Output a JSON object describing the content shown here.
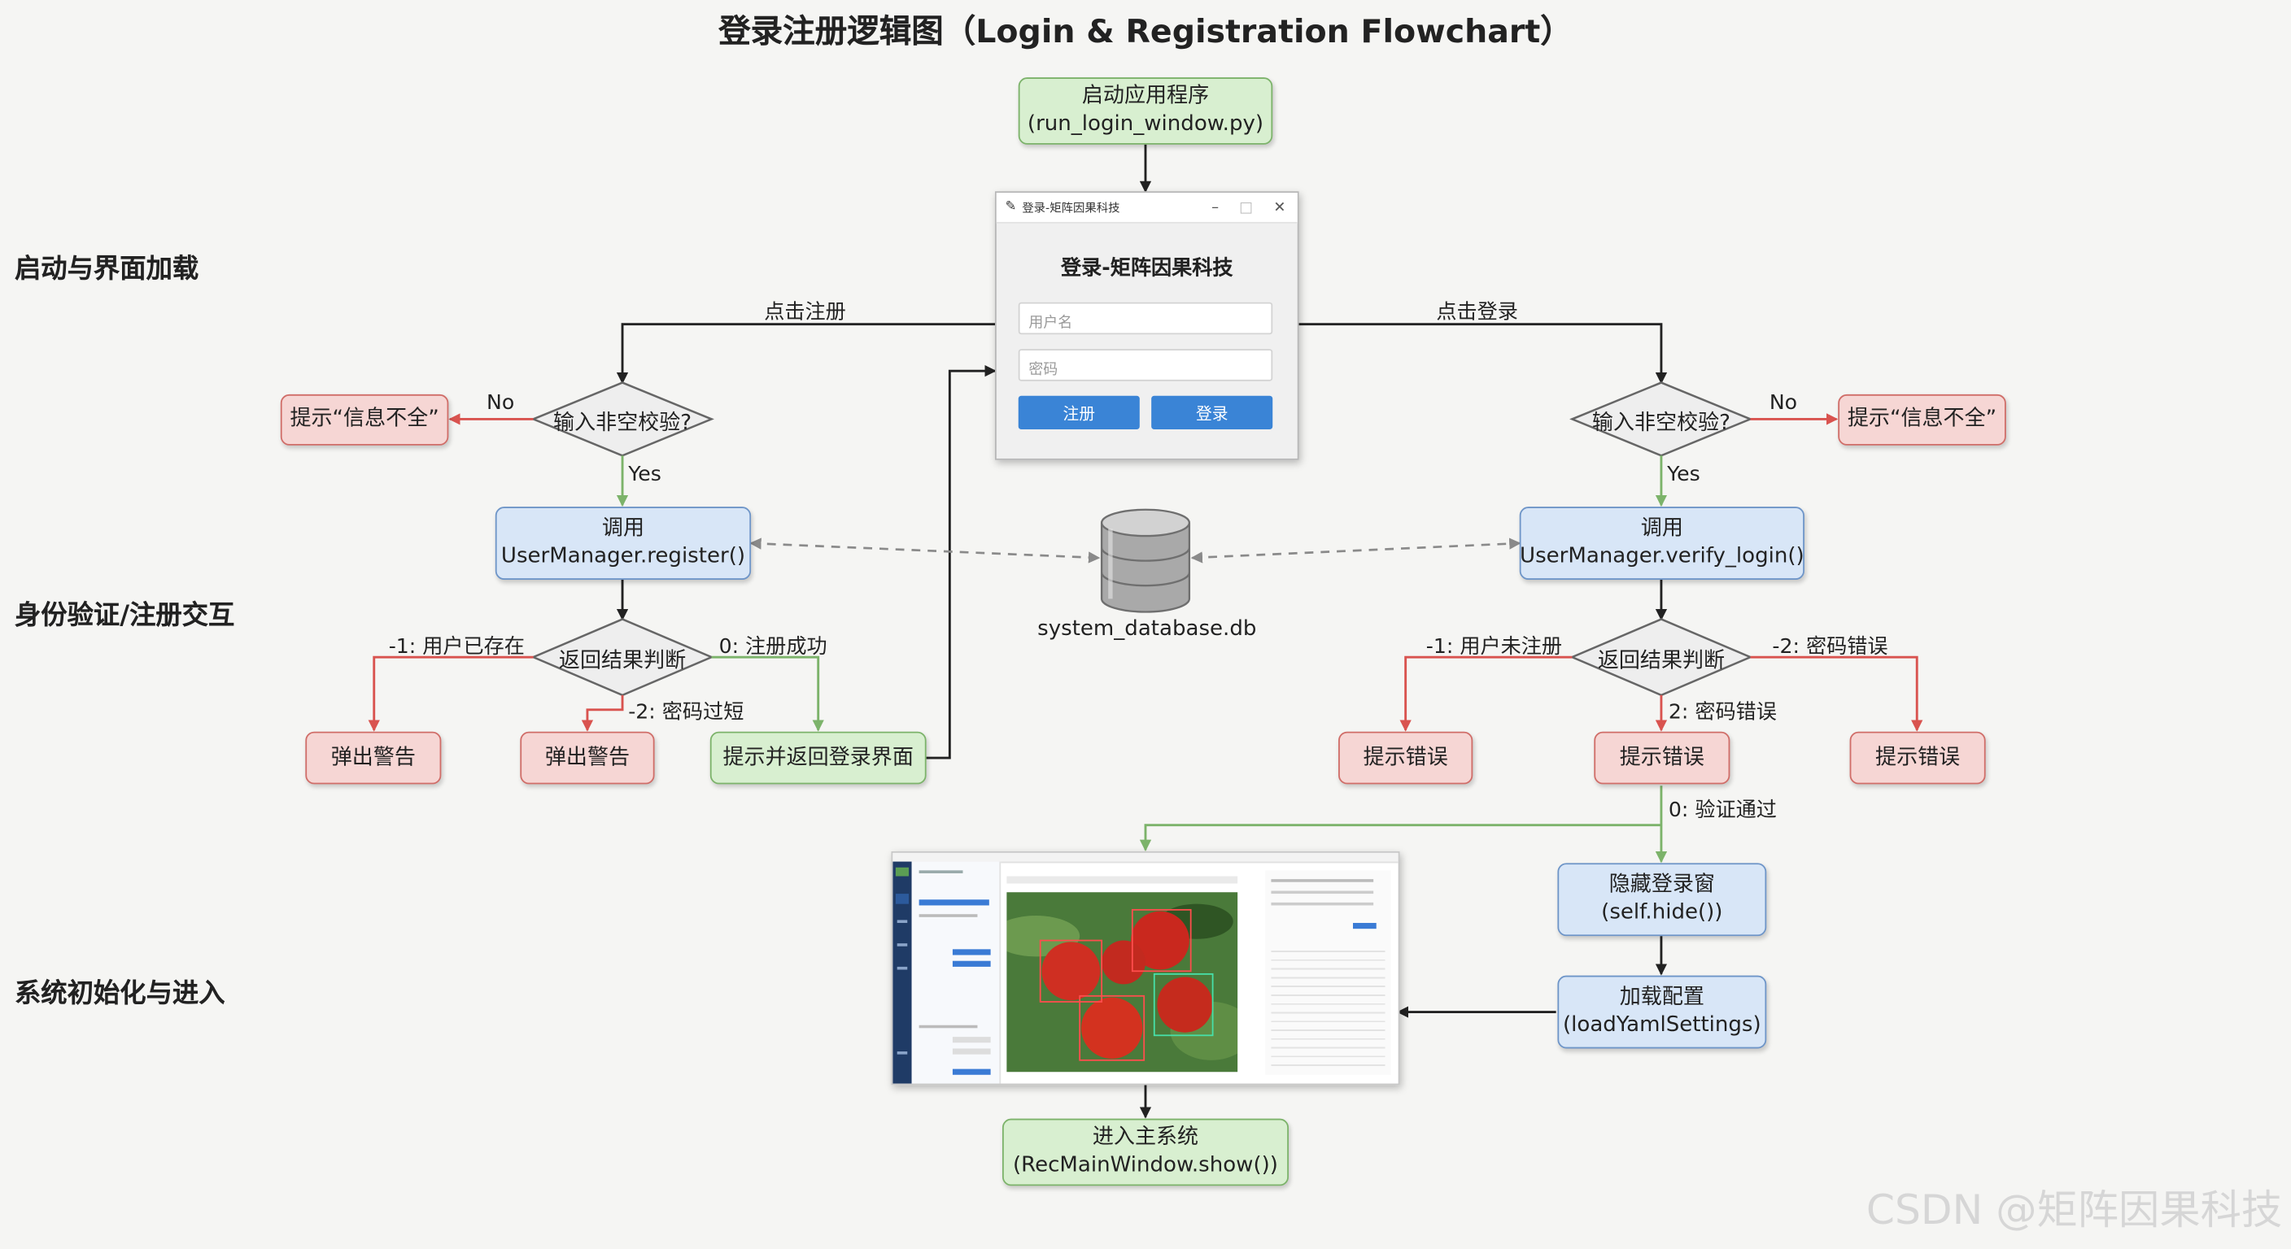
{
  "title": "登录注册逻辑图（Login & Registration Flowchart）",
  "sections": {
    "startup": "启动与界面加载",
    "auth": "身份验证/注册交互",
    "init": "系统初始化与进入"
  },
  "nodes": {
    "start": {
      "line1": "启动应用程序",
      "line2": "(run_login_window.py)"
    },
    "reg_check": "输入非空校验?",
    "reg_empty": "提示“信息不全”",
    "reg_call": {
      "line1": "调用",
      "line2": "UserManager.register()"
    },
    "reg_result": "返回结果判断",
    "reg_warn1": "弹出警告",
    "reg_warn2": "弹出警告",
    "reg_success": "提示并返回登录界面",
    "login_check": "输入非空校验?",
    "login_empty": "提示“信息不全”",
    "login_call": {
      "line1": "调用",
      "line2": "UserManager.verify_login()"
    },
    "login_result": "返回结果判断",
    "login_err1": "提示错误",
    "login_err2": "提示错误",
    "login_err3": "提示错误",
    "hide": {
      "line1": "隐藏登录窗",
      "line2": "(self.hide())"
    },
    "load": {
      "line1": "加载配置",
      "line2": "(loadYamlSettings)"
    },
    "enter": {
      "line1": "进入主系统",
      "line2": "(RecMainWindow.show())"
    },
    "database": "system_database.db"
  },
  "edges": {
    "click_register": "点击注册",
    "click_login": "点击登录",
    "no": "No",
    "yes": "Yes",
    "reg_exists": "-1: 用户已存在",
    "reg_ok": "0: 注册成功",
    "reg_short": "-2: 密码过短",
    "login_nouser": "-1: 用户未注册",
    "login_badpw1": "-2: 密码错误",
    "login_badpw2": "2: 密码错误",
    "login_ok": "0: 验证通过"
  },
  "login_window": {
    "window_title": "登录-矩阵因果科技",
    "heading": "登录-矩阵因果科技",
    "username_placeholder": "用户名",
    "password_placeholder": "密码",
    "register_button": "注册",
    "login_button": "登录"
  },
  "watermark": "CSDN @矩阵因果科技",
  "colors": {
    "green_fill": "#d8efd0",
    "green_border": "#7cb36a",
    "blue_fill": "#d8e6f7",
    "blue_border": "#6e95c8",
    "red_fill": "#f6d6d4",
    "red_border": "#d06d68",
    "arrow_black": "#222222",
    "arrow_red": "#d9534f",
    "arrow_green": "#7cb36a",
    "arrow_dashed": "#8a8a8a"
  }
}
